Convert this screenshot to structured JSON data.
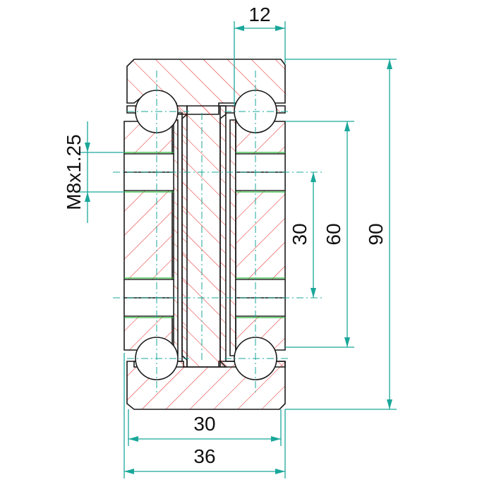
{
  "drawing": {
    "dimensions": {
      "top_width": "12",
      "height_total": "90",
      "height_mid": "60",
      "height_holes": "30",
      "width_inner": "30",
      "width_outer": "36",
      "thread": "M8x1.25"
    },
    "colors": {
      "outline": "#1a1a1a",
      "hatch": "#e8322e",
      "dimension": "#1aa79a",
      "thread_line": "#2bbb3a"
    }
  }
}
